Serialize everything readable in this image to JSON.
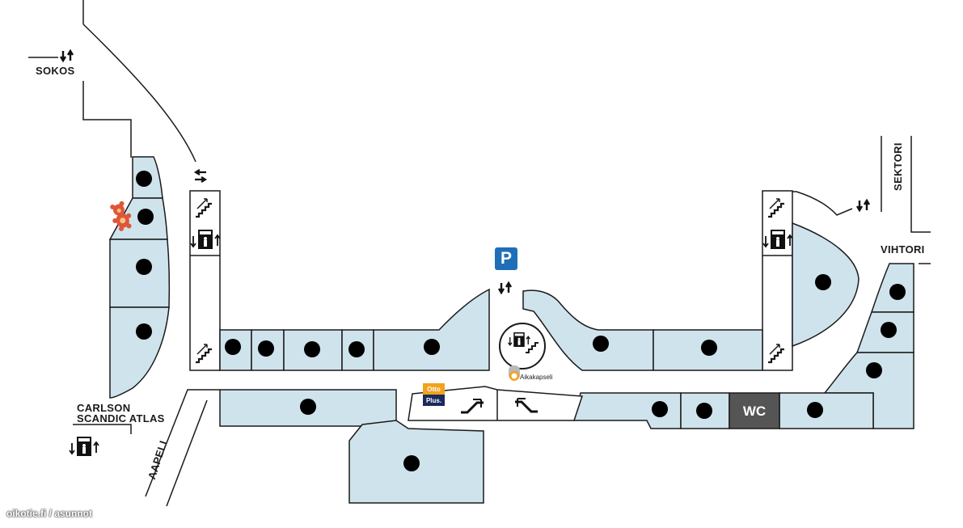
{
  "labels": {
    "sokos": "SOKOS",
    "carlson": "CARLSON",
    "scandic": "SCANDIC ATLAS",
    "aapeli": "AAPELI",
    "sektori": "SEKTORI",
    "vihtori": "VIHTORI"
  },
  "parking": {
    "text": "P"
  },
  "wc": {
    "text": "WC"
  },
  "atm": {
    "top": "Otto",
    "bottom": "Plus."
  },
  "kapseli": "Aikakapseli",
  "watermark": "oikotie.fi / asunnot",
  "colors": {
    "unit_fill": "#cfe3ec",
    "outline": "#1a1a1a",
    "parking_blue": "#1e6fb8",
    "wc_fill": "#555555",
    "otto_orange": "#f2a21b",
    "plus_navy": "#1b2a5c",
    "teddy": "#e0553a"
  },
  "icons": [
    "elevator-icon",
    "stairs-icon",
    "escalator-icon",
    "two-way-arrow-icon",
    "teddy-bear-icon",
    "clock-icon"
  ]
}
